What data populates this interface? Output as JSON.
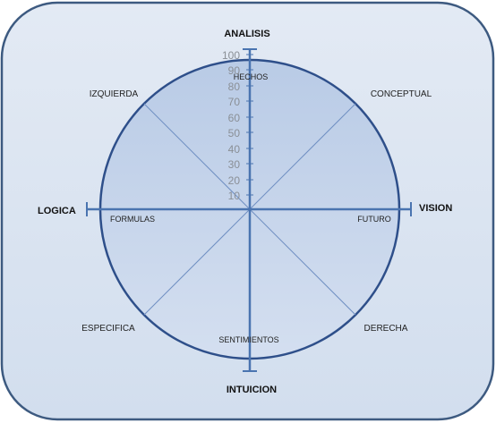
{
  "axes": {
    "top": "ANALISIS",
    "bottom": "INTUICION",
    "left": "LOGICA",
    "right": "VISION"
  },
  "diagonals": {
    "top_left": "IZQUIERDA",
    "top_right": "CONCEPTUAL",
    "bottom_left": "ESPECIFICA",
    "bottom_right": "DERECHA"
  },
  "inner": {
    "top": "HECHOS",
    "left": "FORMULAS",
    "right": "FUTURO",
    "bottom": "SENTIMIENTOS"
  },
  "scale": [
    "100",
    "90",
    "80",
    "70",
    "60",
    "50",
    "40",
    "30",
    "20",
    "10"
  ],
  "colors": {
    "frame_fill": "#dbe4f0",
    "frame_stroke": "#3d5a80",
    "circle_fill": "#c2d1e8",
    "circle_stroke": "#2e4f8a",
    "axis": "#4a74b0",
    "diagonal": "#6f8fc2"
  }
}
